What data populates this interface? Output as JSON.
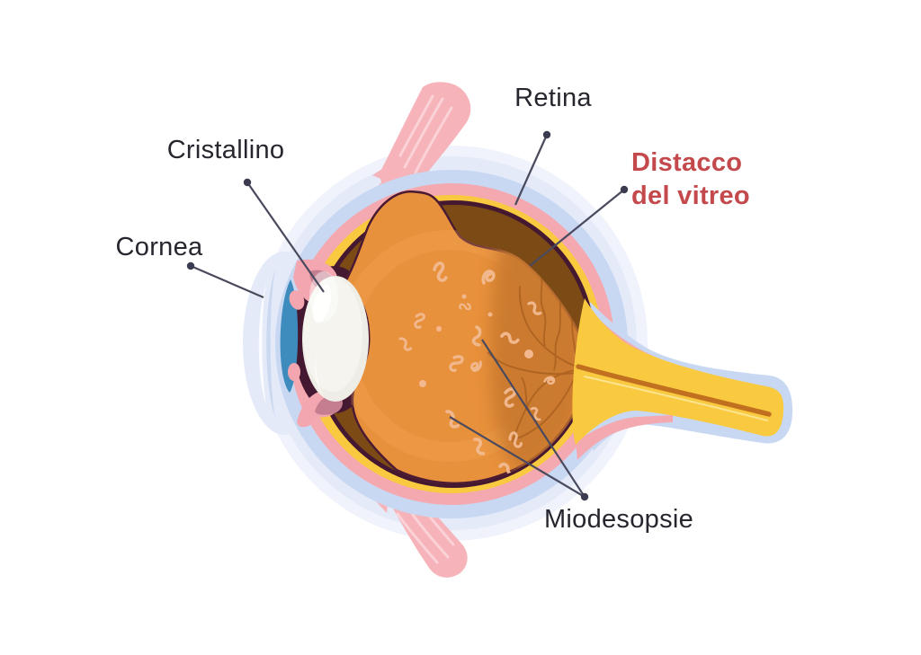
{
  "diagram": {
    "type": "eye-anatomy-cross-section",
    "language": "it",
    "parts": [
      "cornea",
      "cristallino",
      "iris",
      "retina",
      "vitreous-body",
      "vitreous-detachment-gap",
      "floaters",
      "optic-nerve",
      "eye-muscle-top",
      "eye-muscle-bottom",
      "sclera-layers"
    ]
  },
  "labels": {
    "retina": "Retina",
    "cristallino": "Cristallino",
    "cornea": "Cornea",
    "distacco_line1": "Distacco",
    "distacco_line2": "del vitreo",
    "miodesopsie": "Miodesopsie"
  },
  "palette": {
    "background": "#ffffff",
    "label_text": "#26262e",
    "highlight_label_red": "#c4494c",
    "leader_line": "#4a4a5e",
    "halo_outer": "#f0f3fb",
    "halo": "#e4eaf8",
    "sclera_blue": "#c8d8f2",
    "sclera_pink": "#f4a9b1",
    "retina_yellow": "#f9c93f",
    "choroid_maroon": "#451831",
    "detachment_brown": "#7c4a15",
    "vitreous_orange": "#e8913c",
    "vitreous_shadow": "#c8782e",
    "vein": "#a45c1e",
    "floater": "#f3bb92",
    "muscle_pink": "#f6b4ba",
    "muscle_streak": "#fad2d7",
    "iris_blue": "#3e8cbe",
    "lens_white": "#f0efe9",
    "nerve_stripe": "#c0701f"
  }
}
